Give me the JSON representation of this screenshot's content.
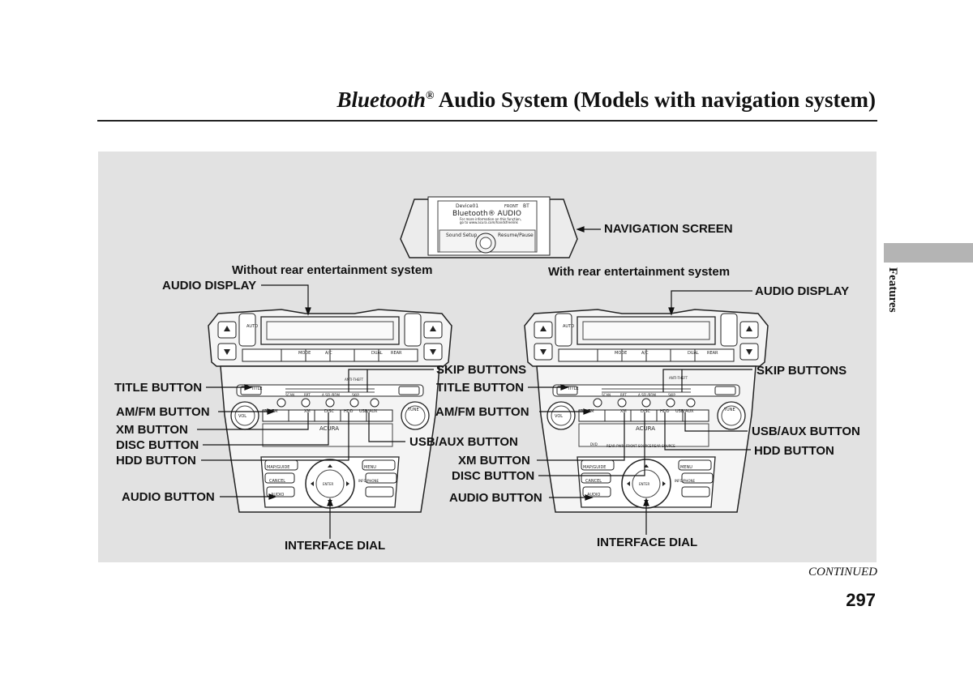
{
  "page": {
    "title_italic": "Bluetooth",
    "title_reg": "®",
    "title_rest": " Audio System (Models with navigation system)",
    "side_tab": "Features",
    "continued": "CONTINUED",
    "page_number": "297"
  },
  "navigation_screen": {
    "label": "NAVIGATION SCREEN",
    "device_tag": "Device01",
    "front_tag": "FRONT",
    "bt_tag": "BT",
    "source": "Bluetooth® AUDIO",
    "note_line1": "For more information on this function,",
    "note_line2": "go to www.acura.com/handsfreelink",
    "sound_setup": "Sound Setup",
    "resume_pause": "Resume/Pause"
  },
  "left_unit": {
    "heading": "Without rear entertainment system",
    "callouts": {
      "audio_display": "AUDIO DISPLAY",
      "title_button": "TITLE BUTTON",
      "amfm_button": "AM/FM BUTTON",
      "xm_button": "XM BUTTON",
      "disc_button": "DISC BUTTON",
      "hdd_button": "HDD BUTTON",
      "audio_button": "AUDIO BUTTON",
      "interface_dial": "INTERFACE DIAL",
      "skip_buttons": "SKIP BUTTONS",
      "usb_aux_button": "USB/AUX BUTTON"
    }
  },
  "right_unit": {
    "heading": "With rear entertainment system",
    "callouts": {
      "audio_display": "AUDIO DISPLAY",
      "title_button": "TITLE BUTTON",
      "amfm_button": "AM/FM BUTTON",
      "xm_button": "XM BUTTON",
      "disc_button": "DISC BUTTON",
      "hdd_button": "HDD BUTTON",
      "audio_button": "AUDIO BUTTON",
      "interface_dial": "INTERFACE DIAL",
      "skip_buttons": "SKIP BUTTONS",
      "usb_aux_button": "USB/AUX BUTTON"
    }
  },
  "console_labels": {
    "auto": "AUTO",
    "mode": "MODE",
    "ac": "A/C",
    "dual": "DUAL",
    "rear": "REAR",
    "title": "TITLE",
    "anti_theft": "ANTI-THEFT",
    "scan": "SCAN",
    "rpt": "RPT",
    "asel_rdm": "A.SEL/RDM",
    "skip": "SKIP",
    "amfm": "AM/FM",
    "xm": "XM",
    "disc": "DISC",
    "hdd": "HDD",
    "usbaux": "USB/AUX",
    "vol": "VOL",
    "tune": "TUNE",
    "map_guide": "MAP/GUIDE",
    "menu": "MENU",
    "cancel": "CANCEL",
    "info_phone": "INFO/PHONE",
    "audio": "AUDIO",
    "enter": "ENTER",
    "brand": "ACURA",
    "dvd": "DVD",
    "rear_pwr": "REAR PWR",
    "front_source": "FRONT SOURCE",
    "rear_source": "REAR SOURCE"
  }
}
